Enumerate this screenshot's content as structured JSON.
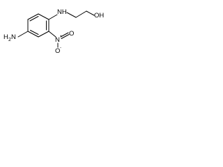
{
  "structure": {
    "atoms": {
      "amine_h": "H",
      "amine_n": "N",
      "amine_sub": "2",
      "nh": "NH",
      "oh": "OH",
      "nitro_n": "N",
      "nitro_plus": "+",
      "nitro_o_top": "O",
      "nitro_o_bottom": "O",
      "nitro_minus": "-"
    }
  }
}
